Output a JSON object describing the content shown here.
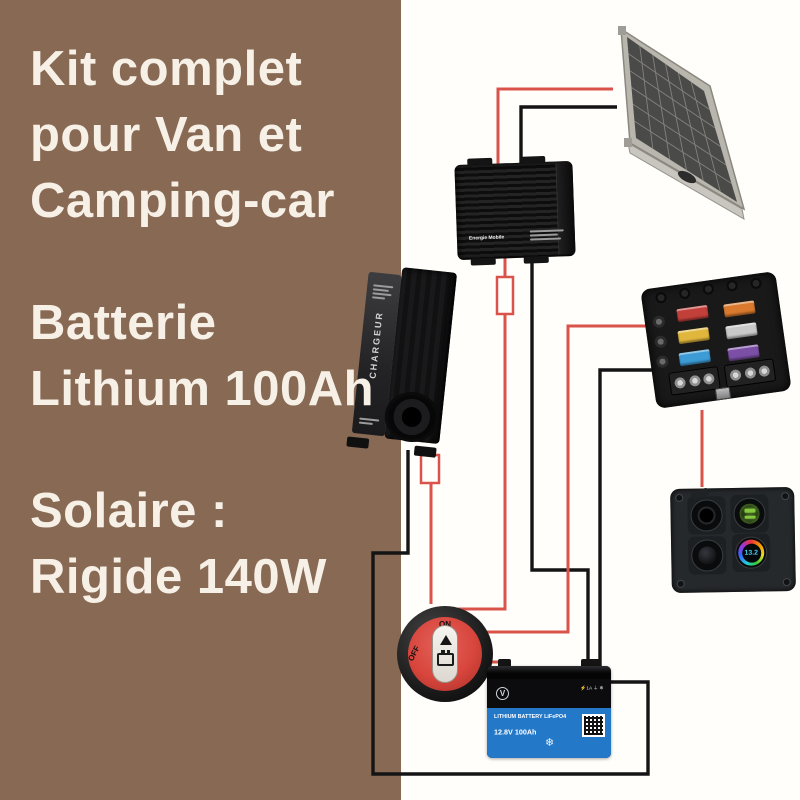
{
  "colors": {
    "panel_bg": "#876954",
    "panel_text": "#F7F0E6",
    "background": "#FFFEFA",
    "wire_red": "#D9534A",
    "wire_black": "#141414",
    "battery_blue": "#2478C8",
    "voltmeter_cyan": "#3FD0F0",
    "usb_green": "#86C83E",
    "switch_red": "#D8453C"
  },
  "headline": {
    "block1": [
      "Kit complet",
      "pour Van et",
      "Camping-car"
    ],
    "block2": [
      "Batterie",
      "Lithium 100Ah"
    ],
    "block3": [
      "Solaire :",
      "Rigide 140W"
    ]
  },
  "components": {
    "controller": {
      "brand": "Energie Mobile"
    },
    "charger": {
      "side_label": "CHARGEUR"
    },
    "fuse_box": {
      "fuse_colors": [
        "#C2403A",
        "#E0B63C",
        "#3D9BD6",
        "#D97A2E",
        "#C9C9C9",
        "#7B4FA6"
      ]
    },
    "voltmeter": {
      "value": "13.2"
    },
    "battery_switch": {
      "on": "ON",
      "off": "OFF"
    },
    "battery": {
      "logo_glyph": "V",
      "line1": "LITHIUM BATTERY LiFePO4",
      "line2": "12.8V  100Ah",
      "top_icons": "⚡1A ⏚ ❄",
      "snowflake": "❄"
    }
  }
}
